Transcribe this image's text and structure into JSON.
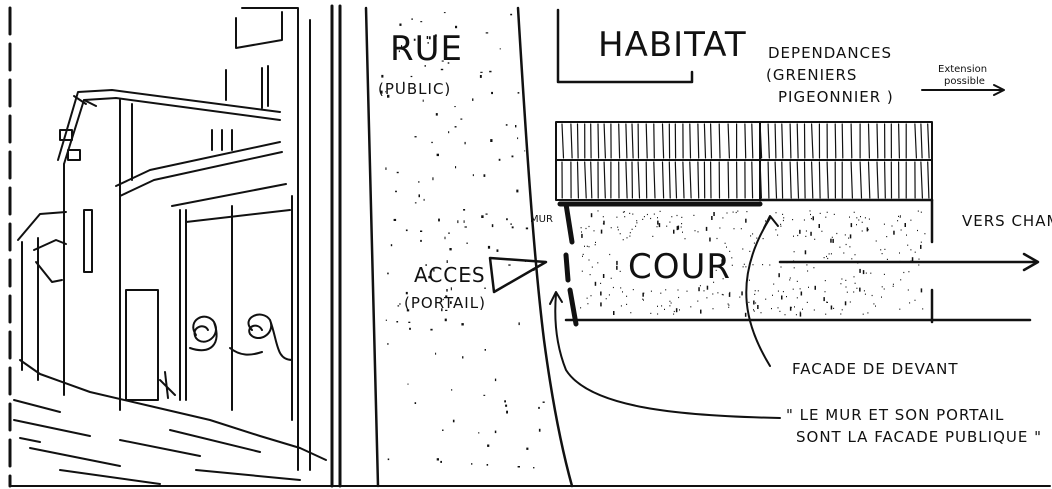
{
  "labels": {
    "rue": "RUE",
    "public": "(PUBLIC)",
    "habitat": "HABITAT",
    "dependances_1": "DEPENDANCES",
    "dependances_2": "(GRENIERS",
    "dependances_3": "PIGEONNIER )",
    "extension_1": "Extension",
    "extension_2": "possible",
    "mur": "MUR",
    "cour": "COUR",
    "vers_champs": "VERS CHAMPS",
    "acces_1": "ACCES",
    "acces_2": "(PORTAIL)",
    "facade_devant": "FACADE DE DEVANT",
    "quote_1": "\" LE MUR ET SON PORTAIL",
    "quote_2": "SONT LA FACADE PUBLIQUE \""
  },
  "colors": {
    "ink": "#111111",
    "paper": "#ffffff"
  }
}
